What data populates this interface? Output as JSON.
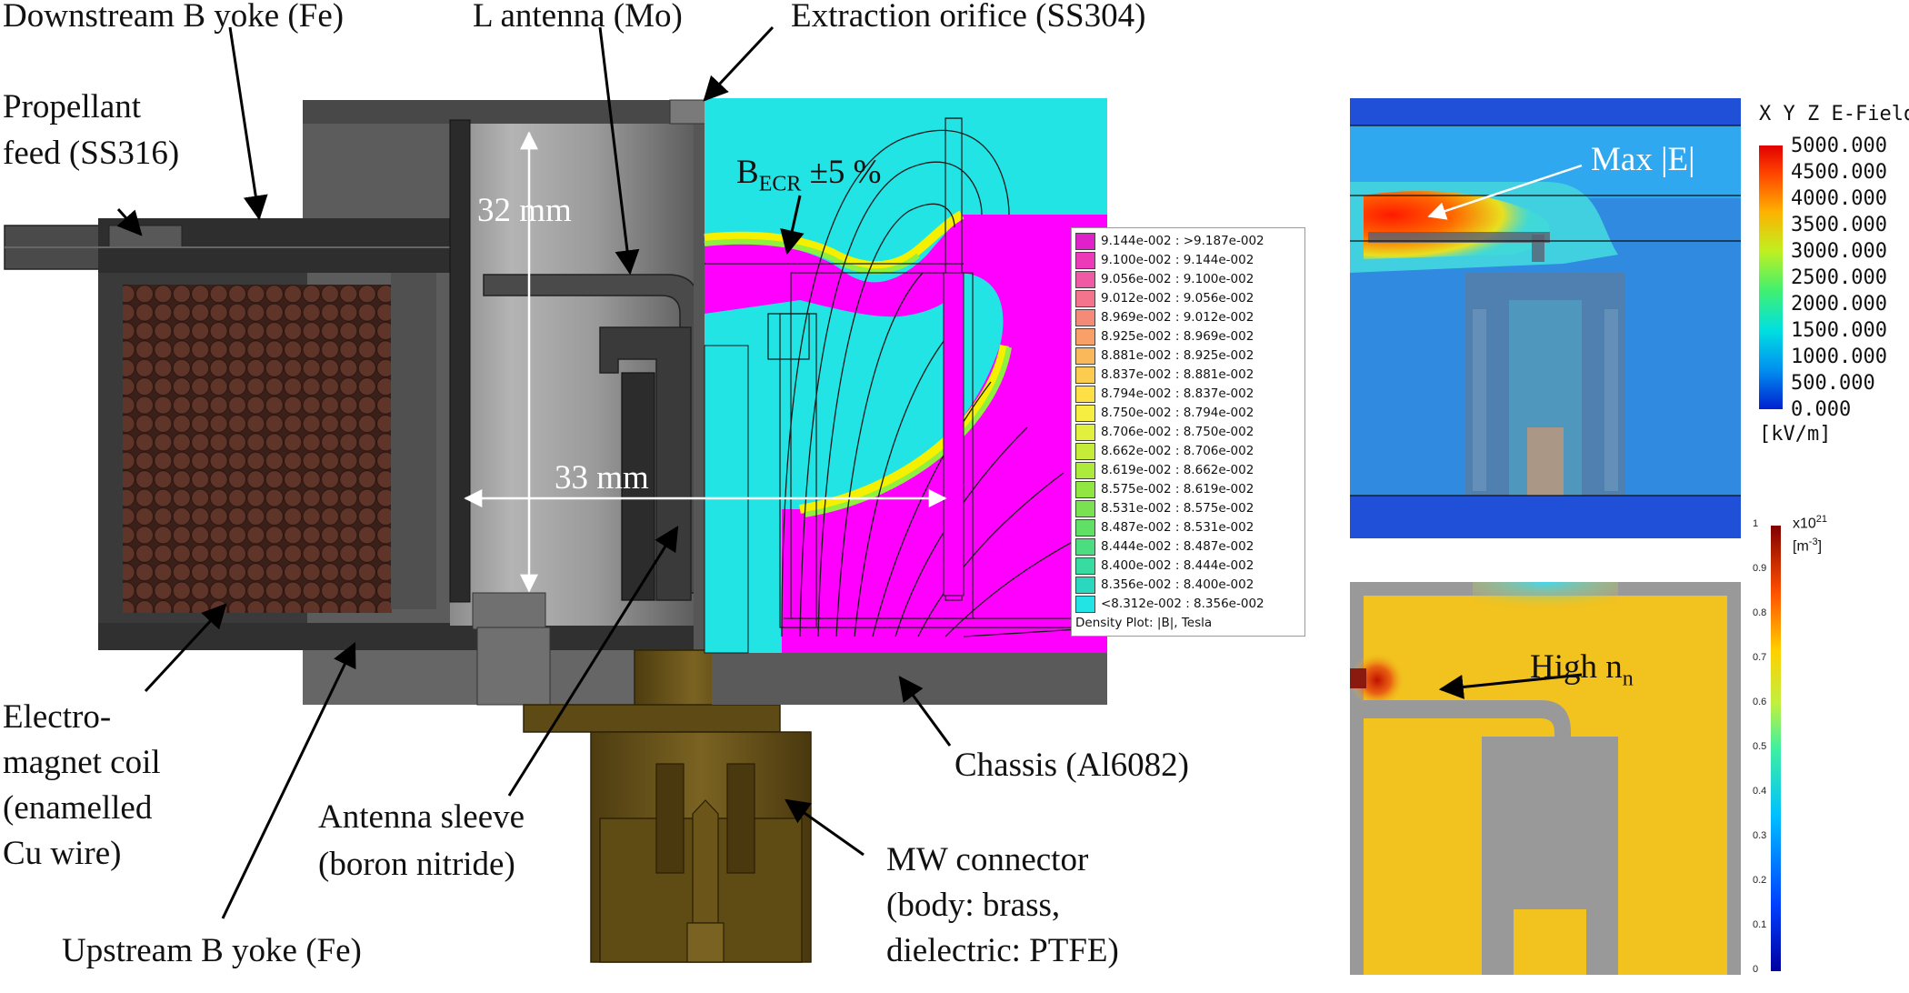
{
  "labels": {
    "downstream_yoke": "Downstream B yoke (Fe)",
    "l_antenna": "L antenna (Mo)",
    "extraction_orifice": "Extraction orifice (SS304)",
    "propellant_1": "Propellant",
    "propellant_2": "feed (SS316)",
    "dim_32": "32  mm",
    "dim_33": "33 mm",
    "becr_main": "B",
    "becr_sub": "ECR",
    "becr_tol": " ±5 %",
    "coil_1": "Electro-",
    "coil_2": "magnet coil",
    "coil_3": "(enamelled",
    "coil_4": "Cu wire)",
    "upstream_yoke": "Upstream B yoke (Fe)",
    "sleeve_1": "Antenna sleeve",
    "sleeve_2": "(boron nitride)",
    "connector_1": "MW connector",
    "connector_2": "(body: brass,",
    "connector_3": "dielectric: PTFE)",
    "chassis": "Chassis (Al6082)",
    "max_e": "Max |E|",
    "high_nn_main": "High n",
    "high_nn_sub": "n"
  },
  "density_legend": {
    "rows": [
      {
        "text": "9.144e-002 : >9.187e-002",
        "color": "#e020c8"
      },
      {
        "text": "9.100e-002 : 9.144e-002",
        "color": "#ec3ab8"
      },
      {
        "text": "9.056e-002 : 9.100e-002",
        "color": "#f05aa4"
      },
      {
        "text": "9.012e-002 : 9.056e-002",
        "color": "#f4748e"
      },
      {
        "text": "8.969e-002 : 9.012e-002",
        "color": "#f68a78"
      },
      {
        "text": "8.925e-002 : 8.969e-002",
        "color": "#f8a068"
      },
      {
        "text": "8.881e-002 : 8.925e-002",
        "color": "#fab85a"
      },
      {
        "text": "8.837e-002 : 8.881e-002",
        "color": "#fccc4e"
      },
      {
        "text": "8.794e-002 : 8.837e-002",
        "color": "#fee046"
      },
      {
        "text": "8.750e-002 : 8.794e-002",
        "color": "#f6ee40"
      },
      {
        "text": "8.706e-002 : 8.750e-002",
        "color": "#e0f03c"
      },
      {
        "text": "8.662e-002 : 8.706e-002",
        "color": "#c6ec3a"
      },
      {
        "text": "8.619e-002 : 8.662e-002",
        "color": "#acea3c"
      },
      {
        "text": "8.575e-002 : 8.619e-002",
        "color": "#92e642"
      },
      {
        "text": "8.531e-002 : 8.575e-002",
        "color": "#78e250"
      },
      {
        "text": "8.487e-002 : 8.531e-002",
        "color": "#60e064"
      },
      {
        "text": "8.444e-002 : 8.487e-002",
        "color": "#4ade80"
      },
      {
        "text": "8.400e-002 : 8.444e-002",
        "color": "#38dca0"
      },
      {
        "text": "8.356e-002 : 8.400e-002",
        "color": "#2ad8c0"
      },
      {
        "text": "<8.312e-002 : 8.356e-002",
        "color": "#22e4e4"
      }
    ],
    "footer": "Density Plot: |B|, Tesla"
  },
  "efield_colorbar": {
    "title": "X Y Z  E-Field",
    "ticks": [
      "5000.000",
      "4500.000",
      "4000.000",
      "3500.000",
      "3000.000",
      "2500.000",
      "2000.000",
      "1500.000",
      "1000.000",
      "500.000",
      "0.000"
    ],
    "unit": "[kV/m]"
  },
  "density_colorbar": {
    "exponent_base": "x10",
    "exponent_power": "21",
    "unit_main": "[m",
    "unit_power": "-3",
    "unit_close": "]",
    "ticks": [
      "1",
      "0.9",
      "0.8",
      "0.7",
      "0.6",
      "0.5",
      "0.4",
      "0.3",
      "0.2",
      "0.1",
      "0"
    ]
  },
  "colors": {
    "coil": "#4a2a22",
    "coil_dot": "#6b3b30",
    "chassis": "#5a5a5a",
    "yoke": "#3c3c3c",
    "brass": "#6b5416",
    "field_cyan": "#22e4e4",
    "field_magenta": "#ff00ff",
    "nn_yellow": "#f2c21e"
  }
}
